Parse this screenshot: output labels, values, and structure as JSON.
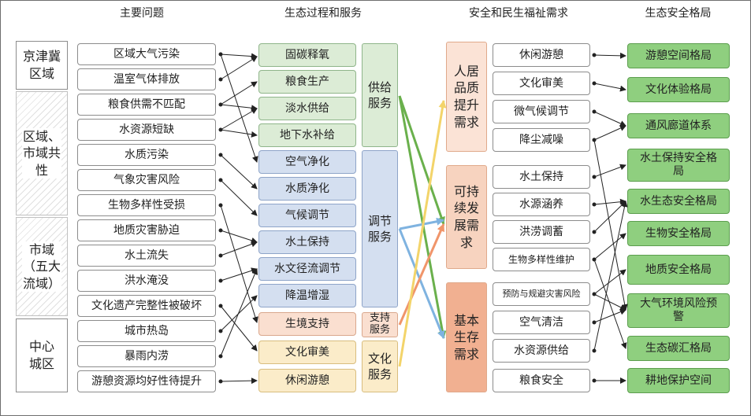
{
  "headers": {
    "problems": "主要问题",
    "processes": "生态过程和服务",
    "needs": "安全和民生福祉需求",
    "security": "生态安全格局"
  },
  "regions": [
    {
      "label": "京津冀区域"
    },
    {
      "label": "区域、市域共性"
    },
    {
      "label": "市域（五大流域）"
    },
    {
      "label": "中心城区"
    }
  ],
  "problems": [
    "区域大气污染",
    "温室气体排放",
    "粮食供需不匹配",
    "水资源短缺",
    "水质污染",
    "气象灾害风险",
    "生物多样性受损",
    "地质灾害胁迫",
    "水土流失",
    "洪水淹没",
    "文化遗产完整性被破坏",
    "城市热岛",
    "暴雨内涝",
    "游憩资源均好性待提升"
  ],
  "processes": [
    "固碳释氧",
    "粮食生产",
    "淡水供给",
    "地下水补给",
    "空气净化",
    "水质净化",
    "气候调节",
    "水土保持",
    "水文径流调节",
    "降温增湿",
    "生境支持",
    "文化审美",
    "休闲游憩"
  ],
  "service_categories": [
    "供给服务",
    "调节服务",
    "支持服务",
    "文化服务"
  ],
  "need_categories": [
    "人居品质提升需求",
    "可持续发展需求",
    "基本生存需求"
  ],
  "needs": [
    "休闲游憩",
    "文化审美",
    "微气候调节",
    "降尘减噪",
    "水土保持",
    "水源涵养",
    "洪涝调蓄",
    "生物多样性维护",
    "预防与规避灾害风险",
    "空气清洁",
    "水资源供给",
    "粮食安全"
  ],
  "security": [
    "游憩空间格局",
    "文化体验格局",
    "通风廊道体系",
    "水土保持安全格局",
    "水生态安全格局",
    "生物安全格局",
    "地质安全格局",
    "大气环境风险预警",
    "生态碳汇格局",
    "耕地保护空间"
  ],
  "colors": {
    "supply_arrow": "#6ab04c",
    "regulate_arrow": "#7fb3e0",
    "support_arrow": "#f0956a",
    "culture_arrow": "#f3d46a"
  }
}
